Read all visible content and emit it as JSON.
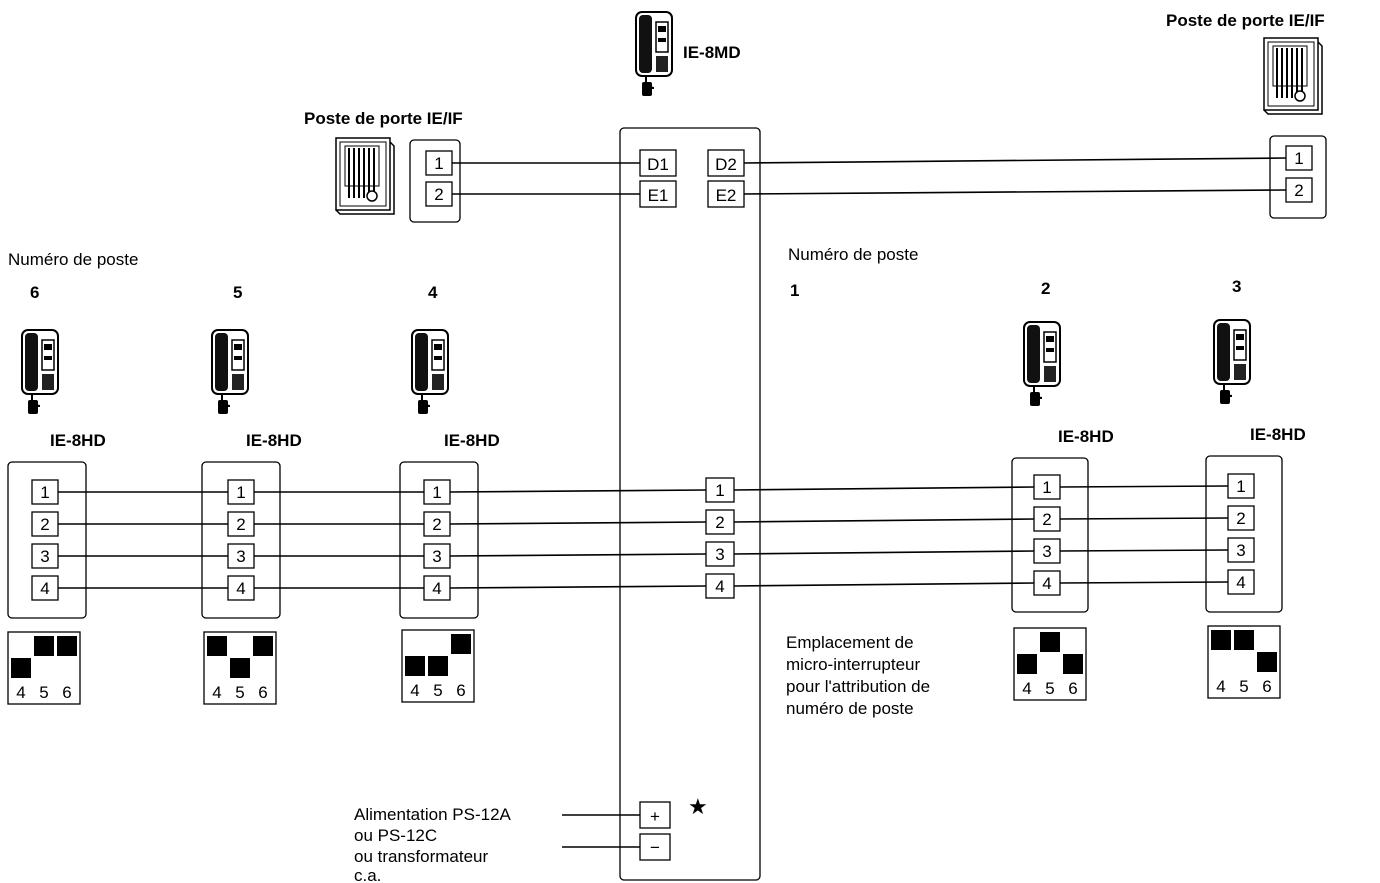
{
  "master": {
    "model": "IE-8MD",
    "terminals": [
      "D1",
      "E1",
      "D2",
      "E2"
    ],
    "center_terminals": [
      "1",
      "2",
      "3",
      "4"
    ],
    "power_terminals": [
      "+",
      "−"
    ]
  },
  "door_left": {
    "label": "Poste de porte IE/IF",
    "terminals": [
      "1",
      "2"
    ]
  },
  "door_right": {
    "label": "Poste de porte IE/IF",
    "terminals": [
      "1",
      "2"
    ]
  },
  "numero_label_left": "Numéro de poste",
  "numero_label_right": "Numéro de poste",
  "master_number": "1",
  "stations": [
    {
      "number": "6",
      "model": "IE-8HD",
      "terminals": [
        "1",
        "2",
        "3",
        "4"
      ],
      "dip_labels": [
        "4",
        "5",
        "6"
      ],
      "dip_up": [
        false,
        true,
        true
      ]
    },
    {
      "number": "5",
      "model": "IE-8HD",
      "terminals": [
        "1",
        "2",
        "3",
        "4"
      ],
      "dip_labels": [
        "4",
        "5",
        "6"
      ],
      "dip_up": [
        true,
        false,
        true
      ]
    },
    {
      "number": "4",
      "model": "IE-8HD",
      "terminals": [
        "1",
        "2",
        "3",
        "4"
      ],
      "dip_labels": [
        "4",
        "5",
        "6"
      ],
      "dip_up": [
        false,
        false,
        true
      ]
    },
    {
      "number": "2",
      "model": "IE-8HD",
      "terminals": [
        "1",
        "2",
        "3",
        "4"
      ],
      "dip_labels": [
        "4",
        "5",
        "6"
      ],
      "dip_up": [
        false,
        true,
        false
      ]
    },
    {
      "number": "3",
      "model": "IE-8HD",
      "terminals": [
        "1",
        "2",
        "3",
        "4"
      ],
      "dip_labels": [
        "4",
        "5",
        "6"
      ],
      "dip_up": [
        true,
        true,
        false
      ]
    }
  ],
  "dip_note": [
    "Emplacement de",
    "micro-interrupteur",
    "pour l'attribution de",
    "numéro de poste"
  ],
  "power_note": [
    "Alimentation PS-12A",
    "ou PS-12C",
    "ou transformateur",
    "c.a."
  ],
  "star": "★"
}
